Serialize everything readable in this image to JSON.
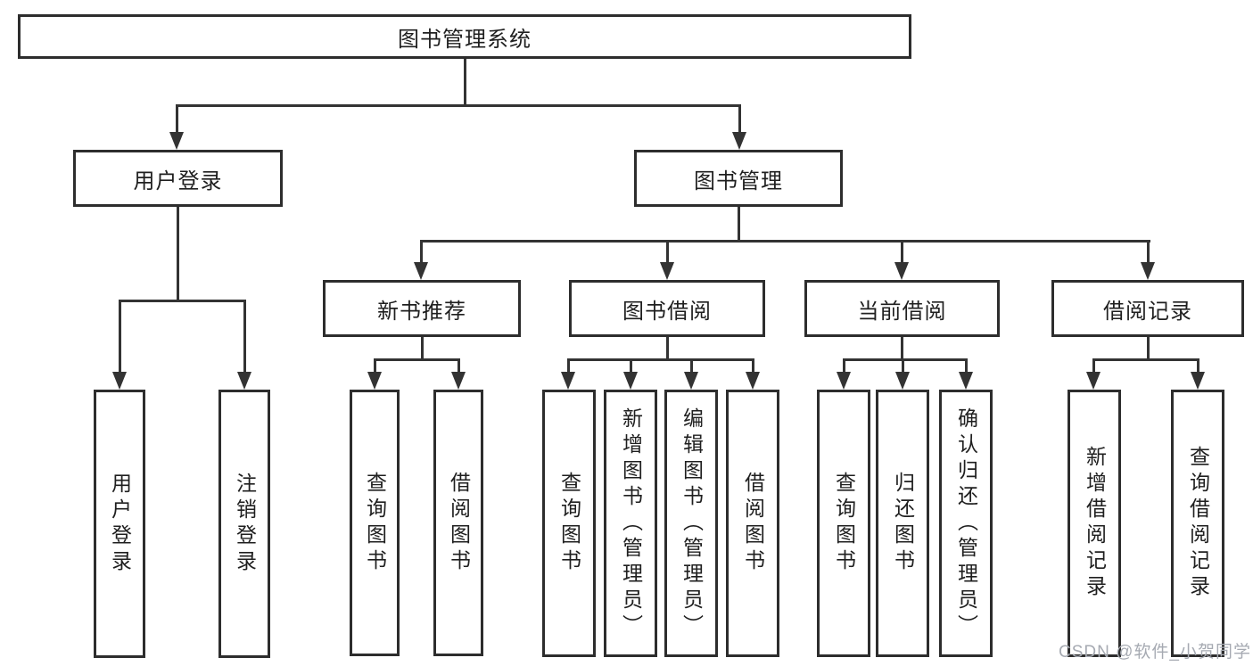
{
  "tree": {
    "root": {
      "label": "图书管理系统",
      "children": [
        {
          "label": "用户登录",
          "children": [
            {
              "label": "用户登录"
            },
            {
              "label": "注销登录"
            }
          ]
        },
        {
          "label": "图书管理",
          "children": [
            {
              "label": "新书推荐",
              "children": [
                {
                  "label": "查询图书"
                },
                {
                  "label": "借阅图书"
                }
              ]
            },
            {
              "label": "图书借阅",
              "children": [
                {
                  "label": "查询图书"
                },
                {
                  "label": "新增图书（管理员）"
                },
                {
                  "label": "编辑图书（管理员）"
                },
                {
                  "label": "借阅图书"
                }
              ]
            },
            {
              "label": "当前借阅",
              "children": [
                {
                  "label": "查询图书"
                },
                {
                  "label": "归还图书"
                },
                {
                  "label": "确认归还（管理员）"
                }
              ]
            },
            {
              "label": "借阅记录",
              "children": [
                {
                  "label": "新增借阅记录"
                },
                {
                  "label": "查询借阅记录"
                }
              ]
            }
          ]
        }
      ]
    }
  },
  "watermark": {
    "text": "CSDN @软件_小贺同学"
  },
  "colors": {
    "background": "#ffffff",
    "line": "#333333",
    "box_border": "#2d2d2d",
    "text": "#1f1f1f",
    "watermark": "#a6aab2"
  }
}
